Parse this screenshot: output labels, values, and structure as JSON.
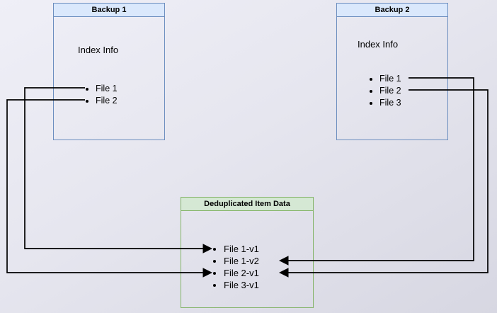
{
  "diagram": {
    "backup1": {
      "title": "Backup 1",
      "index_label": "Index Info",
      "items": [
        "File 1",
        "File 2"
      ]
    },
    "backup2": {
      "title": "Backup 2",
      "index_label": "Index Info",
      "items": [
        "File 1",
        "File 2",
        "File 3"
      ]
    },
    "dedup": {
      "title": "Deduplicated Item Data",
      "items": [
        "File 1-v1",
        "File 1-v2",
        "File 2-v1",
        "File 3-v1"
      ]
    },
    "connections": [
      {
        "from": "Backup 1 / File 1",
        "to": "File 1-v1"
      },
      {
        "from": "Backup 1 / File 2",
        "to": "File 2-v1"
      },
      {
        "from": "Backup 2 / File 1",
        "to": "File 1-v2"
      },
      {
        "from": "Backup 2 / File 2",
        "to": "File 2-v1"
      }
    ],
    "colors": {
      "backup_title_fill": "#dae8fc",
      "backup_border": "#6c8ebf",
      "dedup_title_fill": "#d5e8d4",
      "dedup_border": "#82b366",
      "arrow": "#000000"
    }
  }
}
